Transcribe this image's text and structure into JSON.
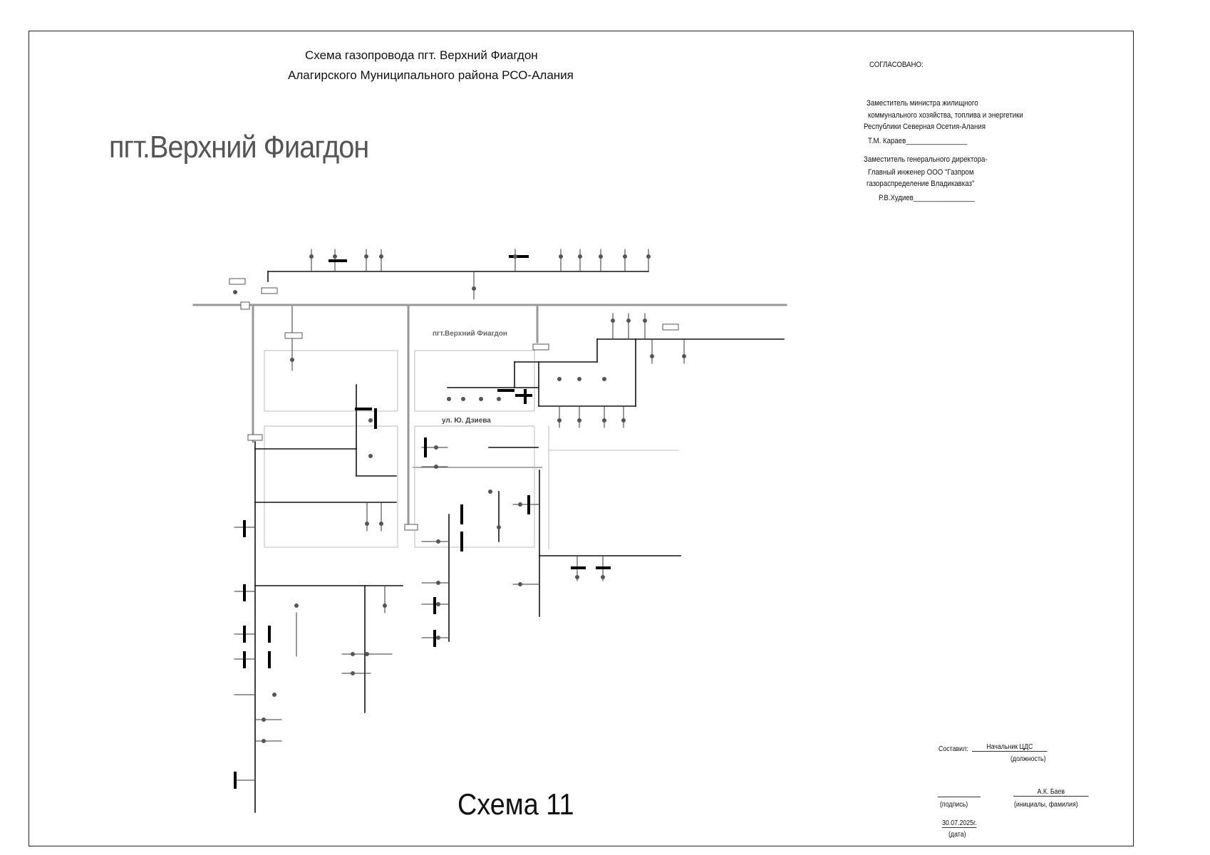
{
  "header": {
    "title_line1": "Схема газопровода пгт. Верхний Фиагдон",
    "title_line2": "Алагирского  Муниципального района РСО-Алания",
    "place_title": "пгт.Верхний Фиагдон",
    "scheme_number": "Схема 11"
  },
  "approval": {
    "heading": "СОГЛАСОВАНО:",
    "signer1_line1": "Заместитель министра жилищного",
    "signer1_line2": "коммунального  хозяйства, топлива и энергетики",
    "signer1_line3": "Республики Северная Осетия-Алания",
    "signer1_name": "Т.М. Караев________________",
    "signer2_line1": "Заместитель генерального директора-",
    "signer2_line2": "Главный инженер  ООО \"Газпром",
    "signer2_line3": "газораспределение Владикавказ\"",
    "signer2_name": "Р.В.Худиев________________"
  },
  "diagram": {
    "area_label": "пгт.Верхний Фиагдон",
    "street_label": "ул. Ю. Дзиева"
  },
  "signature_block": {
    "composed_label": "Составил:",
    "position_value": "Начальник ЦДС",
    "position_caption": "(должность)",
    "signature_caption": "(подпись)",
    "name_value": "А.К. Баев",
    "name_caption": "(инициалы, фамилия)",
    "date_value": "30.07.2025г.",
    "date_caption": "(дата)"
  }
}
